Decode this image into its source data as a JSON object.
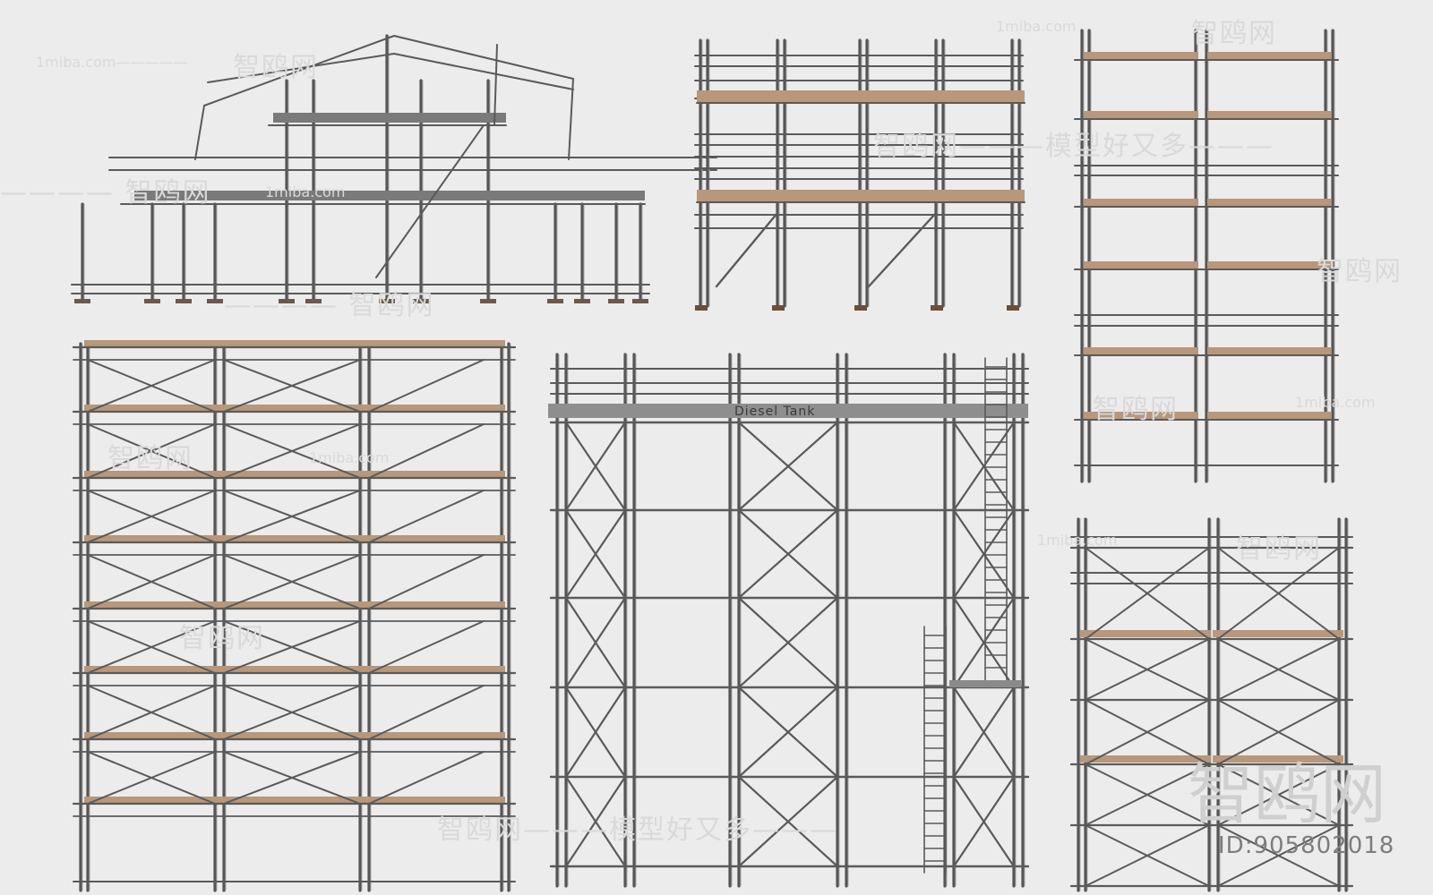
{
  "image": {
    "subject": "Scaffolding model collection",
    "background_color": "#ececec",
    "tube_color": "#5a5a5a",
    "board_color": "#b8977a",
    "deck_gray_color": "#7a7a7a"
  },
  "tank_label": "Diesel Tank",
  "watermarks": {
    "site_url": "1miba.com",
    "cn_brand": "智鸥网",
    "cn_slogan": "智鸥网———模型好又多———",
    "cn_slogan_short": "———模型好又多———",
    "cn_brand_dash": "———— 智鸥网",
    "site_dash": "1miba.com—————",
    "big_logo": "智鸥网",
    "id_text": "ID:905802018"
  }
}
